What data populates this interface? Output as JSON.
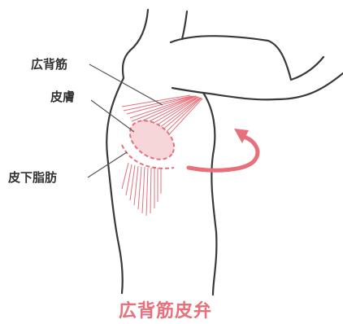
{
  "labels": {
    "muscle": "広背筋",
    "skin": "皮膚",
    "fat": "皮下脂肪"
  },
  "caption": "広背筋皮弁",
  "colors": {
    "outline": "#3a3a3a",
    "accent": "#e8707a",
    "accent_fill": "#f7d6d9",
    "leader": "#555555",
    "text": "#333333"
  }
}
